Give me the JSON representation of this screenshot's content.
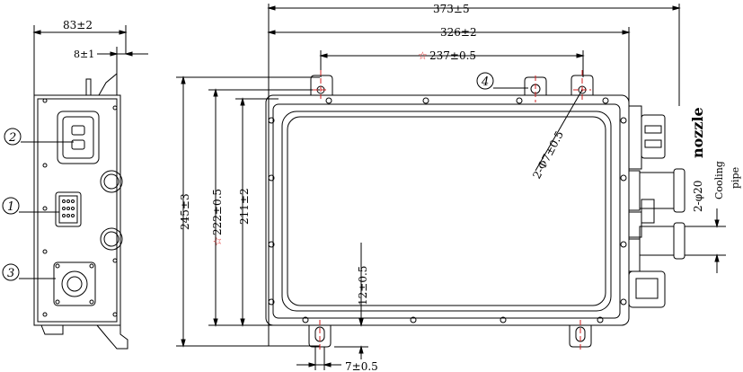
{
  "dimensions": {
    "overall_width": "373±5",
    "inner_width": "326±2",
    "hole_spacing": "237±0.5",
    "side_depth": "83±2",
    "side_offset": "8±1",
    "overall_height": "245±3",
    "hole_height": "222±0.5",
    "inner_height": "211±2",
    "flange_offset": "12±0.5",
    "hole_edge": "7±0.5",
    "mount_holes": "2-Φ7±0.5",
    "cooling_nozzle_size": "2-φ20"
  },
  "labels": {
    "nozzle": "nozzle",
    "cooling": "Cooling",
    "pipe": "pipe"
  },
  "callouts": {
    "c1": "1",
    "c2": "2",
    "c3": "3",
    "c4": "4"
  },
  "marks": {
    "critical_symbol": "☆"
  },
  "colors": {
    "line": "#000000",
    "centerline": "#d22222"
  }
}
